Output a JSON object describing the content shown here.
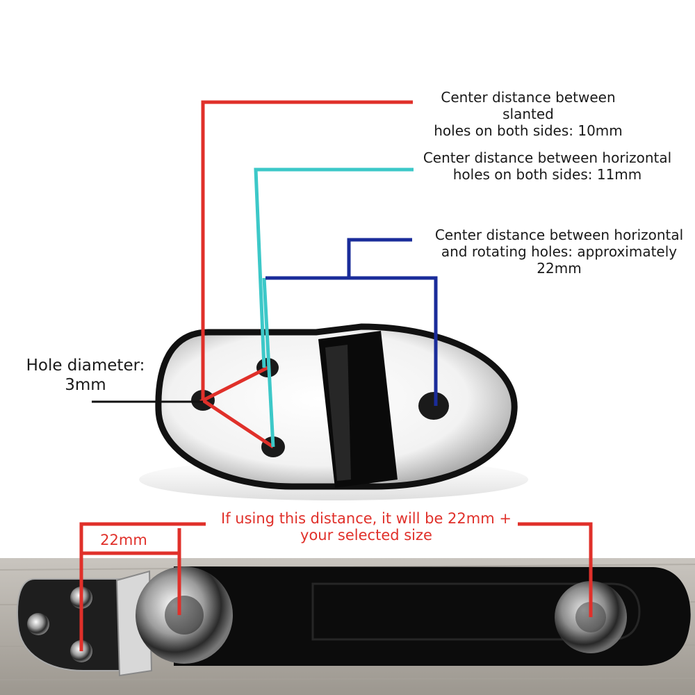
{
  "labels": {
    "slanted": "Center distance between slanted\nholes on both sides: 10mm",
    "horizontal": "Center distance between horizontal\nholes on both sides: 11mm",
    "rotating": "Center distance between horizontal\nand rotating holes: approximately\n22mm",
    "hole_diameter": "Hole diameter:\n3mm",
    "distance_note": "If using this distance, it will be 22mm +\nyour selected size",
    "short_distance": "22mm"
  },
  "colors": {
    "red_line": "#e0302a",
    "cyan_line": "#3cc8c8",
    "blue_line": "#1a2c9a",
    "metal_dark": "#151515",
    "leather": "#0c0c0c",
    "wood": "#b8b4ae"
  }
}
